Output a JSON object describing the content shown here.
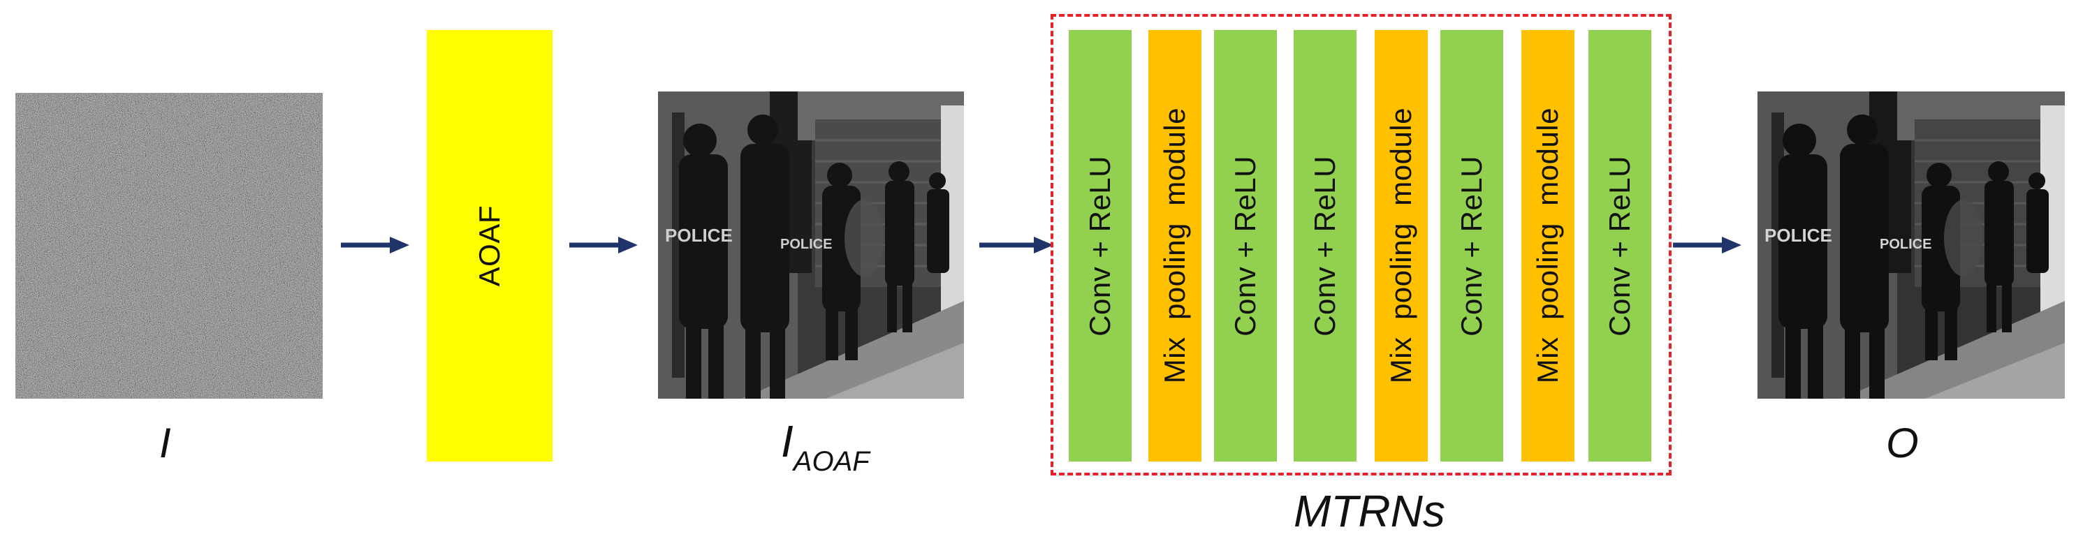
{
  "labels": {
    "input": "I",
    "aoaf_out_main": "I",
    "aoaf_out_sub": "AOAF",
    "output": "O",
    "group": "MTRNs"
  },
  "aoaf_block": {
    "label": "AOAF",
    "color": "#ffff00"
  },
  "mtrn_blocks": [
    {
      "label": "Conv + ReLU",
      "color": "#92d050"
    },
    {
      "label": "Mix  pooling  module",
      "color": "#ffc000"
    },
    {
      "label": "Conv + ReLU",
      "color": "#92d050"
    },
    {
      "label": "Conv + ReLU",
      "color": "#92d050"
    },
    {
      "label": "Mix  pooling  module",
      "color": "#ffc000"
    },
    {
      "label": "Conv + ReLU",
      "color": "#92d050"
    },
    {
      "label": "Mix  pooling  module",
      "color": "#ffc000"
    },
    {
      "label": "Conv + ReLU",
      "color": "#92d050"
    }
  ],
  "image_texts": {
    "police": "POLICE"
  },
  "colors": {
    "arrow": "#1f3468",
    "dashed_border": "#e8202a"
  }
}
